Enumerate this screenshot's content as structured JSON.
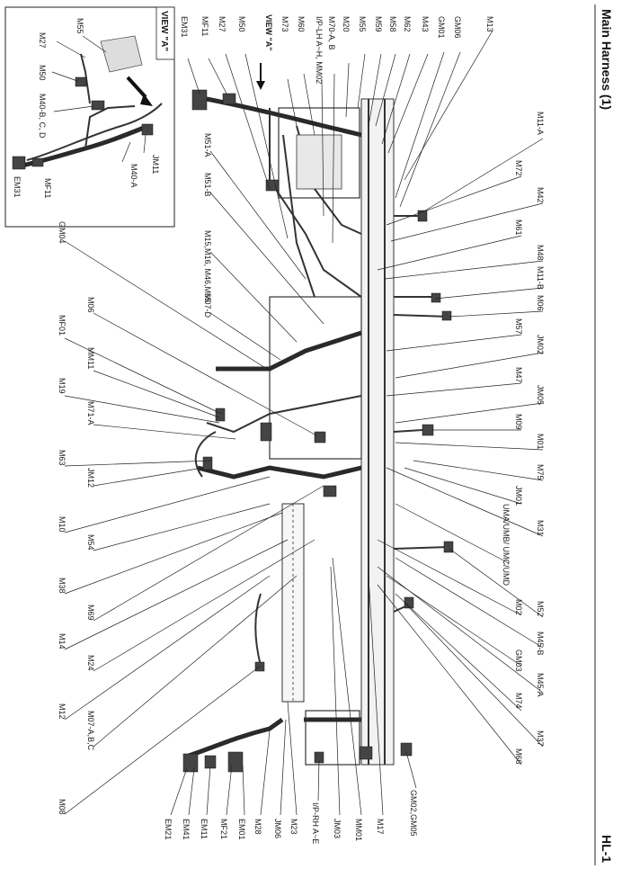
{
  "header": {
    "title": "Main Harness (1)",
    "page_code": "HL-1"
  },
  "view_a": {
    "box_label": "VIEW \"A\"",
    "labels": [
      "M27",
      "M55",
      "M50",
      "M40-B, C, D",
      "EM31",
      "MF11",
      "JM11",
      "M40-A"
    ]
  },
  "main_arrow_label": "VIEW \"A\"",
  "top_labels": [
    "EM31",
    "MF11",
    "M27",
    "M50",
    "M73",
    "M60",
    "I/P-LH A~H, MM02",
    "M70-A, B",
    "M20",
    "M55",
    "M59",
    "M58",
    "M62",
    "M43",
    "GM01",
    "GM06",
    "M13"
  ],
  "right_labels": [
    "M11-A",
    "M72",
    "M42",
    "M61",
    "M48",
    "M11-B",
    "M06",
    "M57",
    "JM02",
    "M47",
    "JM05",
    "M09",
    "M01",
    "M75",
    "JM01",
    "M31",
    "UMA/UMB/ UMC/UMD",
    "M52",
    "M02",
    "M45-B",
    "GM03",
    "M45-A",
    "M74",
    "M37",
    "M66"
  ],
  "bottom_labels": [
    "GM02,GM05",
    "M17",
    "MM01",
    "JM03",
    "I/P-RH A~E",
    "M23",
    "JM06",
    "M28",
    "EM01",
    "MF21",
    "EM11",
    "EM41",
    "EM21"
  ],
  "left_labels": [
    "M51-A",
    "M51-B",
    "M15,M16, M46,M65",
    "M07-D",
    "GM04",
    "M06",
    "MF01",
    "MM11",
    "M19",
    "M71-A",
    "M63",
    "JM12",
    "M10",
    "M54",
    "M38",
    "M69",
    "M14",
    "M24",
    "M12",
    "M07-A,B,C",
    "M08"
  ]
}
